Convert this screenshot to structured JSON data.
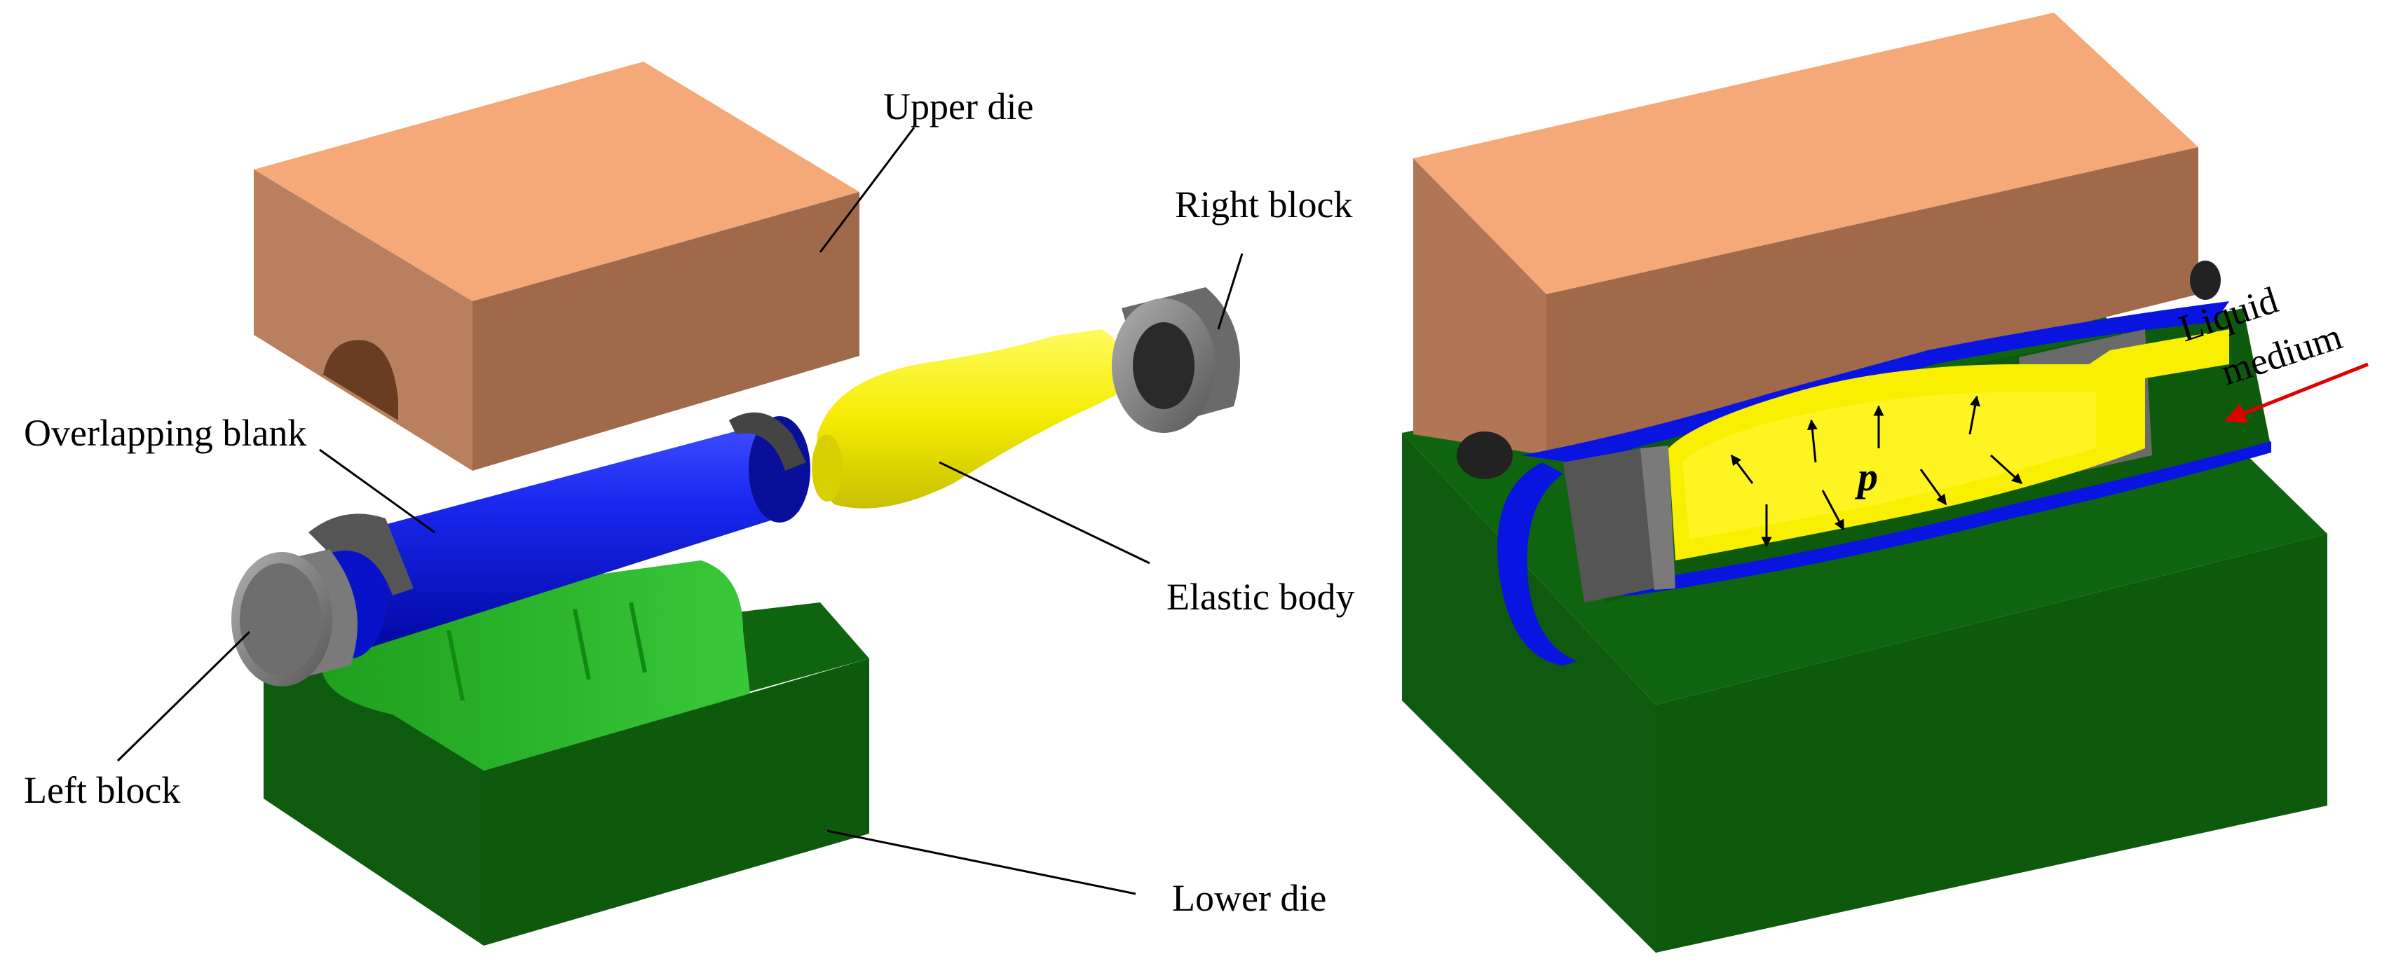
{
  "labels": {
    "upper_die": "Upper die",
    "right_block": "Right block",
    "overlapping_blank": "Overlapping blank",
    "elastic_body": "Elastic body",
    "left_block": "Left block",
    "lower_die": "Lower die",
    "liquid_medium_line1": "Liquid",
    "liquid_medium_line2": "medium",
    "pressure_symbol": "p"
  },
  "colors": {
    "upper_die_front": "#a0694a",
    "upper_die_top": "#f5a878",
    "lower_die_front": "#1b6b1b",
    "lower_die_top": "#0e5a0e",
    "blank_blue": "#0a14e0",
    "elastic_yellow": "#f8f000",
    "block_gray": "#7a7a7a",
    "arrow_red": "#e00000"
  }
}
